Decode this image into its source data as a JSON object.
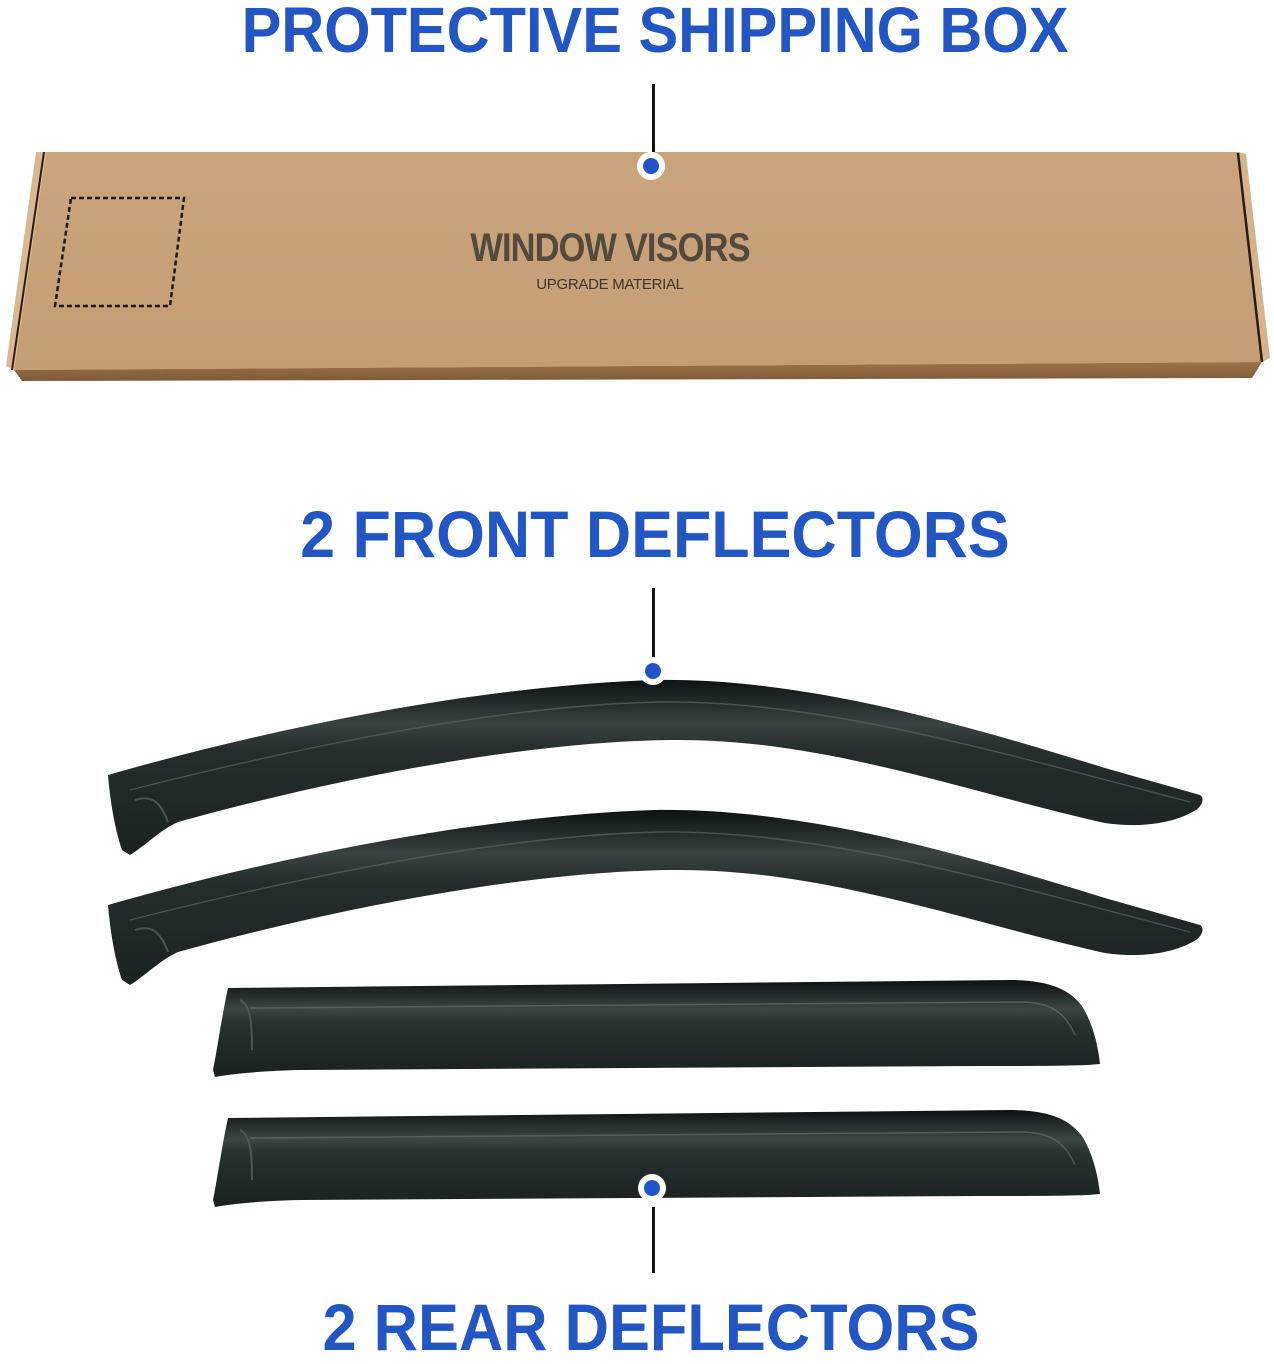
{
  "labels": {
    "shipping_box": "PROTECTIVE SHIPPING BOX",
    "front_deflectors": "2 FRONT DEFLECTORS",
    "rear_deflectors": "2 REAR DEFLECTORS"
  },
  "box": {
    "title": "WINDOW VISORS",
    "subtitle": "UPGRADE MATERIAL"
  },
  "colors": {
    "accent_blue": "#2156c4",
    "callout_dot": "#1f55c8",
    "cardboard": "#c7a27a",
    "visor": "#1e2424"
  },
  "callouts": [
    {
      "target": "shipping-box",
      "icon": "callout-dot-icon"
    },
    {
      "target": "front-deflectors",
      "icon": "callout-dot-icon"
    },
    {
      "target": "rear-deflectors",
      "icon": "callout-dot-icon"
    }
  ]
}
